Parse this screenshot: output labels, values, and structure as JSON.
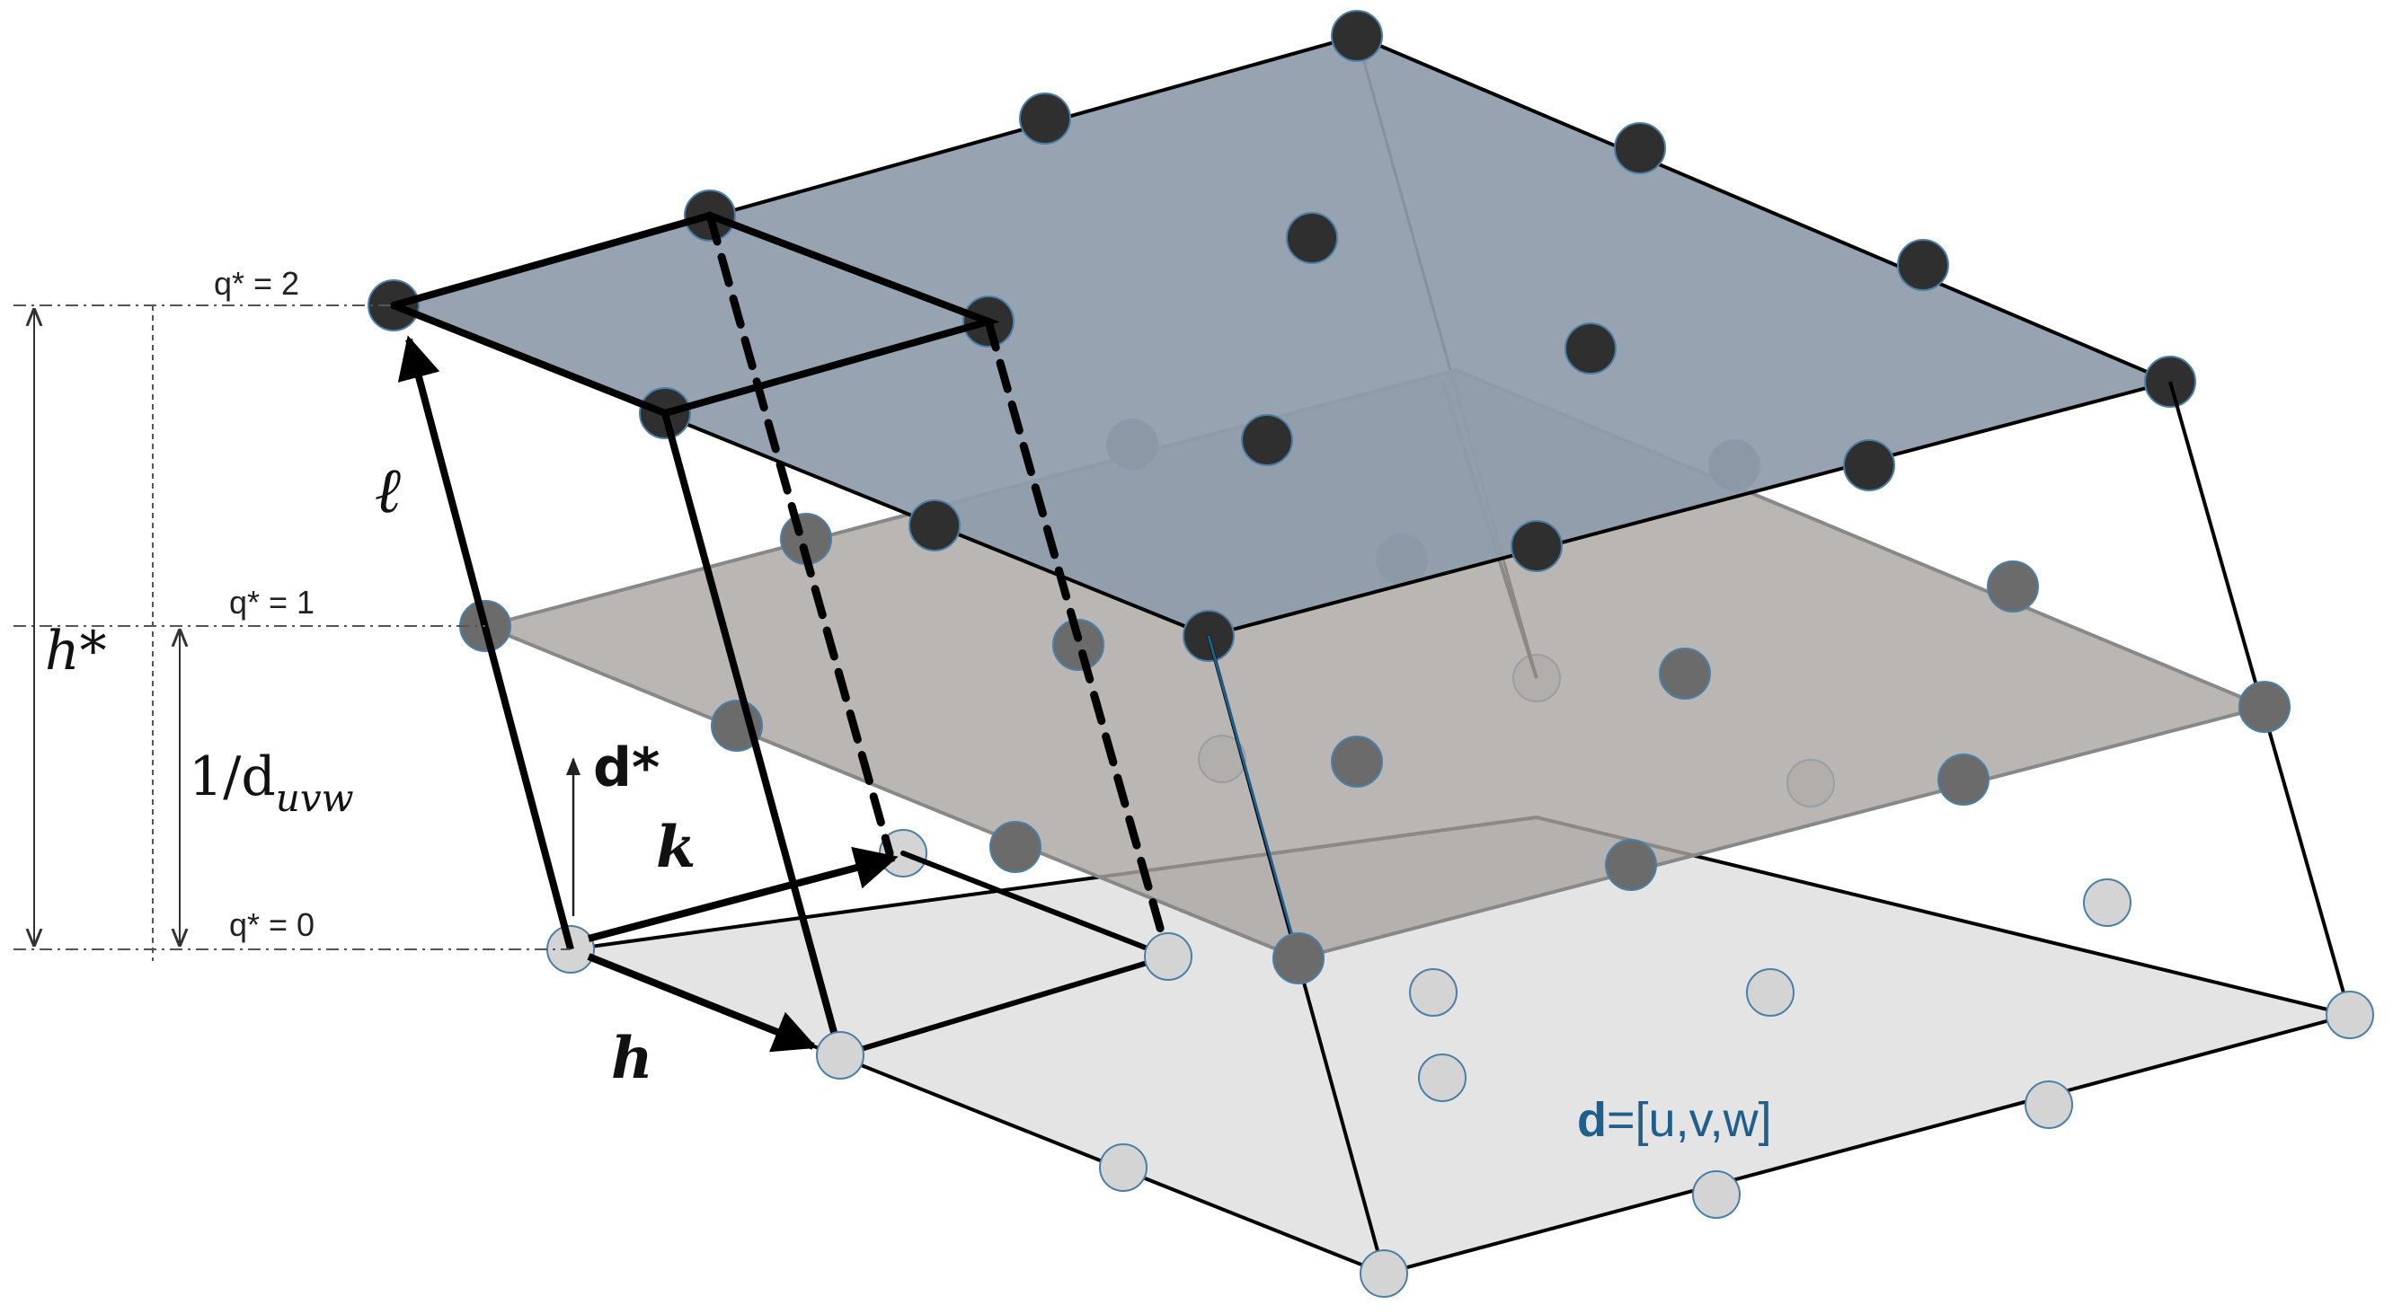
{
  "labels": {
    "q0": "q* = 0",
    "q1": "q* = 1",
    "q2": "q* = 2",
    "h_star": "h*",
    "inv_d": "1/d",
    "inv_d_sub": "uvw",
    "d_star": "d*",
    "vec_l": "ℓ",
    "vec_k": "𝒌",
    "vec_h": "𝒉",
    "d_prefix": "d",
    "d_vector": "=[u,v,w]"
  },
  "colors": {
    "top_plane": "#8f9cab",
    "mid_plane": "#aaa6a3",
    "bottom_plane": "#e4e4e4",
    "atom_dark": "#2f2f2f",
    "atom_mid": "#6b6b6b",
    "atom_light": "#d4d4d4",
    "atom_outline": "#4a7fa8",
    "d_label": "#1f5f8b"
  }
}
